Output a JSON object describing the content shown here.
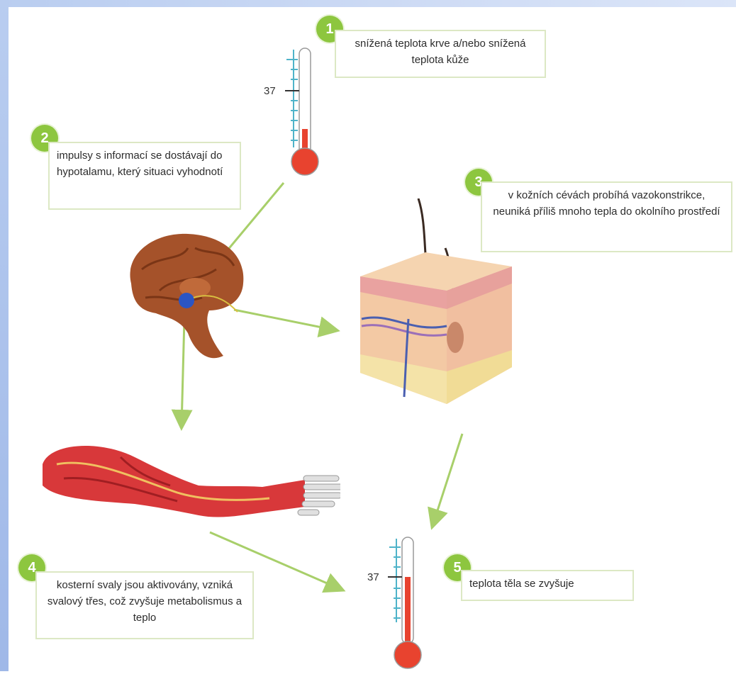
{
  "steps": [
    {
      "number": "1",
      "text": "snížená teplota krve a/nebo snížená teplota kůže"
    },
    {
      "number": "2",
      "text": "impulsy s informací se dostávají do hypotalamu, který situaci vyhodnotí"
    },
    {
      "number": "3",
      "text": "v kožních cévách probíhá vazokonstrikce, neuniká příliš mnoho tepla do okolního prostředí"
    },
    {
      "number": "4",
      "text": "kosterní svaly jsou aktivovány, vzniká svalový třes, což zvyšuje metabolismus a teplo"
    },
    {
      "number": "5",
      "text": "teplota těla se zvyšuje"
    }
  ],
  "thermometers": [
    {
      "mark_label": "37",
      "level": "low"
    },
    {
      "mark_label": "37",
      "level": "high"
    }
  ],
  "colors": {
    "badge": "#8dc63f",
    "box_border": "#dce8c4",
    "arrow": "#a8cf6a",
    "mercury": "#e8432f",
    "scale": "#4fb3c9",
    "brain": "#a5522a",
    "muscle": "#d8383a",
    "skin": "#f3c9a4"
  }
}
